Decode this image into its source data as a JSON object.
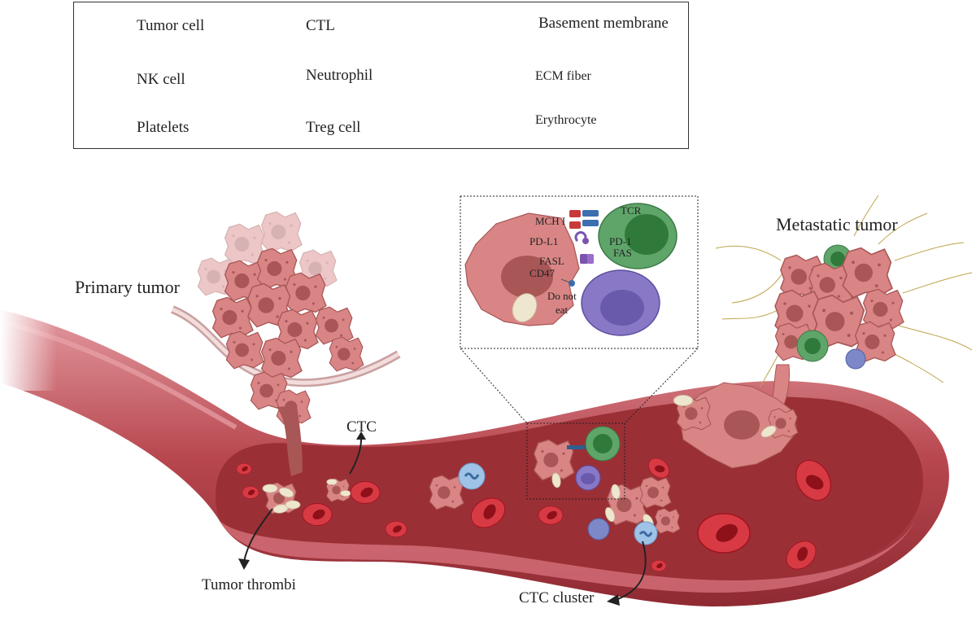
{
  "legend": {
    "items": [
      {
        "key": "tumor",
        "label": "Tumor cell"
      },
      {
        "key": "ctl",
        "label": "CTL"
      },
      {
        "key": "bm",
        "label": "Basement membrane"
      },
      {
        "key": "nk",
        "label": "NK cell"
      },
      {
        "key": "neutrophil",
        "label": "Neutrophil"
      },
      {
        "key": "ecm",
        "label": "ECM fiber"
      },
      {
        "key": "platelets",
        "label": "Platelets"
      },
      {
        "key": "treg",
        "label": "Treg cell"
      },
      {
        "key": "erythrocyte",
        "label": "Erythrocyte"
      }
    ]
  },
  "labels": {
    "primary_tumor": "Primary tumor",
    "metastatic_tumor": "Metastatic tumor",
    "ctc": "CTC",
    "tumor_thrombi": "Tumor thrombi",
    "ctc_cluster": "CTC cluster"
  },
  "inset": {
    "mch": "MCH I",
    "tcr": "TCR",
    "pdl1": "PD-L1",
    "pd1": "PD-1",
    "fasl": "FASL",
    "fas": "FAS",
    "cd47": "CD47",
    "do_not_eat_1": "Do not",
    "do_not_eat_2": "eat"
  },
  "colors": {
    "tumor": "#d98585",
    "tumor_dark": "#a85656",
    "ctl": "#5fa56a",
    "nk": "#8878c6",
    "neutrophil": "#9ec3e6",
    "treg": "#7c88c8",
    "erythrocyte": "#c8232f",
    "vessel": "#b8474f",
    "lumen": "#9b2f36",
    "platelet": "#efe6cf"
  }
}
